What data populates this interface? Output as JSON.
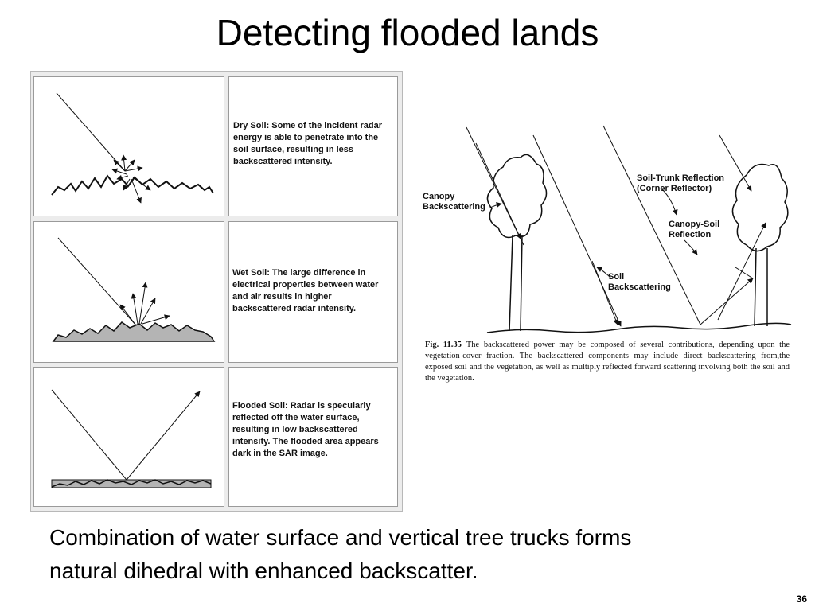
{
  "slide": {
    "title": "Detecting flooded lands",
    "body_line_1": "Combination of water surface and vertical tree trucks forms",
    "body_line_2": "natural dihedral with enhanced backscatter.",
    "page_number": "36"
  },
  "panels": [
    {
      "name": "dry",
      "text": "Dry Soil: Some of the incident radar energy is able to penetrate into the soil surface, resulting in less backscattered intensity."
    },
    {
      "name": "wet",
      "text": "Wet Soil: The large difference in electrical properties between water and air results in higher backscattered radar intensity."
    },
    {
      "name": "flooded",
      "text": "Flooded Soil: Radar is specularly reflected off the water surface, resulting in low backscattered intensity. The flooded area appears dark in the SAR image."
    }
  ],
  "forest_figure": {
    "labels": {
      "canopy": "Canopy\nBackscattering",
      "soil_trunk": "Soil-Trunk Reflection\n(Corner Reflector)",
      "canopy_soil": "Canopy-Soil\nReflection",
      "soil": "Soil\nBackscattering"
    },
    "caption_fig": "Fig. 11.35",
    "caption_text": "The backscattered power may be composed of several contributions, depending upon the vegetation-cover fraction. The backscattered components may include direct backscattering from,the exposed soil and the vegetation, as well as multiply reflected forward scattering involving both the soil and the vegetation."
  },
  "colors": {
    "panel_frame": "#ececec",
    "soil_fill": "#b4b4b4",
    "line": "#111111"
  }
}
